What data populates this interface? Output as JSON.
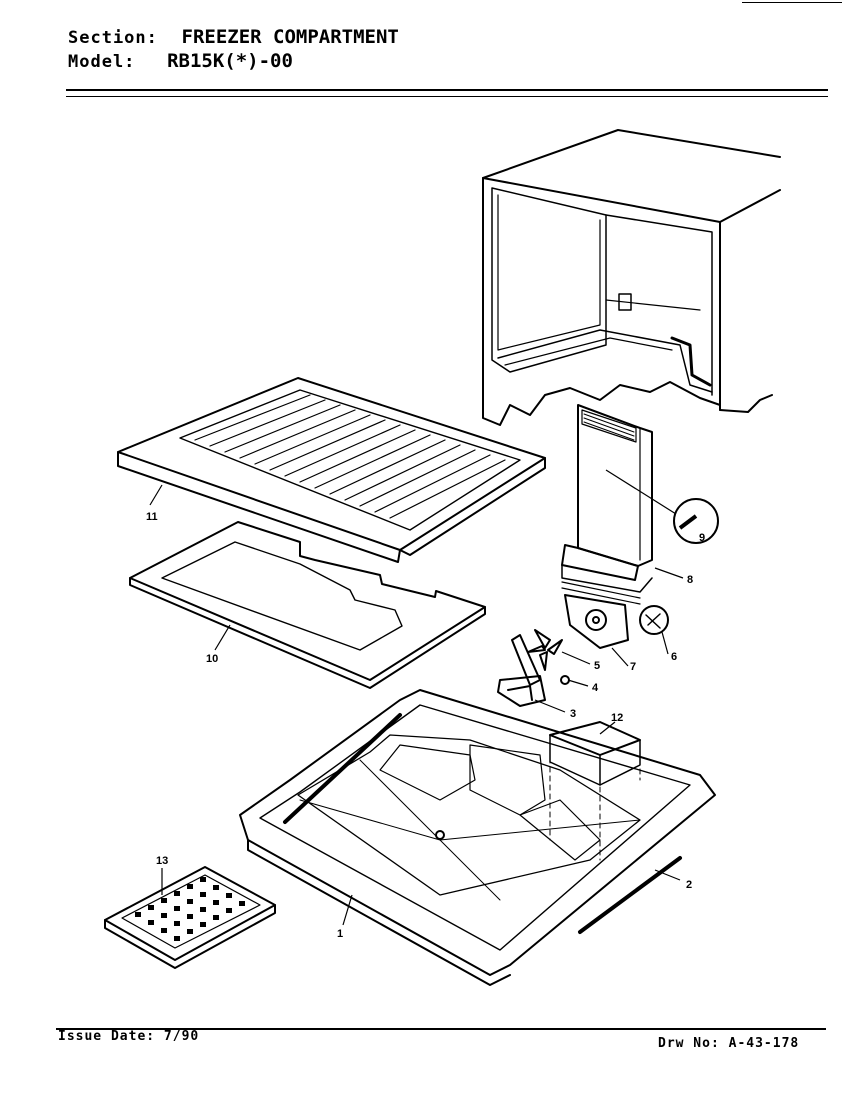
{
  "header": {
    "section_label": "Section:",
    "section_value": "FREEZER COMPARTMENT",
    "model_label": "Model:",
    "model_value": "RB15K(*)-00"
  },
  "footer": {
    "issue_date": "Issue Date: 7/90",
    "drawing_number": "Drw No: A-43-178"
  },
  "callouts": {
    "c1": "1",
    "c2": "2",
    "c3": "3",
    "c4": "4",
    "c5": "5",
    "c6": "6",
    "c7": "7",
    "c8": "8",
    "c9": "9",
    "c10": "10",
    "c11": "11",
    "c12": "12",
    "c13": "13"
  }
}
